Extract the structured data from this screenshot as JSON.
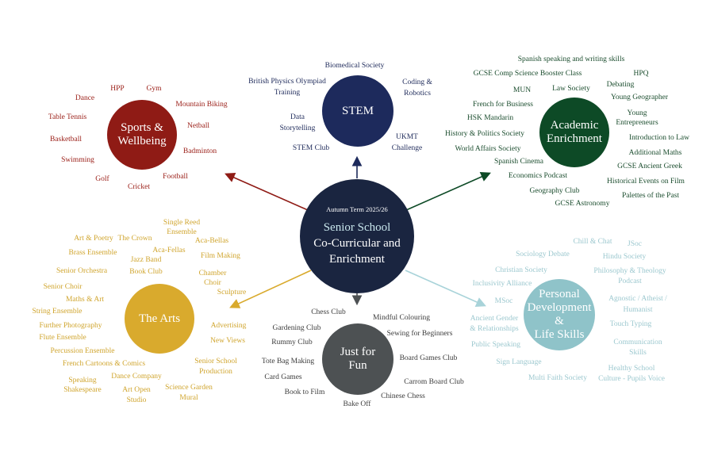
{
  "center": {
    "term": "Autumn Term 2025/26",
    "line1": "Senior School",
    "line2": "Co-Curricular and",
    "line3": "Enrichment"
  },
  "colors": {
    "center": "#1a2540",
    "sports": "#8f1b15",
    "stem": "#1d2a5c",
    "academic": "#0d4a26",
    "arts": "#d9aa2d",
    "fun": "#4d5153",
    "personal": "#8fc3c9",
    "center_accent": "#c8e6ec"
  },
  "sports": {
    "title1": "Sports &",
    "title2": "Wellbeing",
    "items": [
      "HPP",
      "Gym",
      "Dance",
      "Mountain Biking",
      "Table Tennis",
      "Netball",
      "Basketball",
      "Badminton",
      "Swimming",
      "Football",
      "Golf",
      "Cricket"
    ]
  },
  "stem": {
    "title": "STEM",
    "items": [
      "Biomedical Society",
      "British Physics Olympiad",
      "Training",
      "Coding &",
      "Robotics",
      "Data",
      "Storytelling",
      "STEM Club",
      "UKMT",
      "Challenge"
    ]
  },
  "academic": {
    "title1": "Academic",
    "title2": "Enrichment",
    "items": [
      "Spanish speaking and writing skills",
      "GCSE Comp Science Booster Class",
      "HPQ",
      "Debating",
      "MUN",
      "Law Society",
      "Young Geographer",
      "French for Business",
      "Young",
      "Entrepreneurs",
      "HSK Mandarin",
      "History & Politics Society",
      "Introduction to Law",
      "World Affairs Society",
      "Additional Maths",
      "Spanish Cinema",
      "GCSE Ancient Greek",
      "Economics Podcast",
      "Historical Events on Film",
      "Geography Club",
      "Palettes of the Past",
      "GCSE Astronomy"
    ]
  },
  "arts": {
    "title": "The Arts",
    "items": [
      "Single Reed",
      "Ensemble",
      "Art & Poetry",
      "The Crown",
      "Aca-Bellas",
      "Brass Ensemble",
      "Aca-Fellas",
      "Film Making",
      "Jazz Band",
      "Book Club",
      "Senior Orchestra",
      "Chamber",
      "Choir",
      "Senior Choir",
      "Sculpture",
      "Maths & Art",
      "String Ensemble",
      "Advertising",
      "Further Photography",
      "Flute Ensemble",
      "New Views",
      "Percussion Ensemble",
      "Senior School",
      "Production",
      "French Cartoons & Comics",
      "Dance Company",
      "Speaking",
      "Shakespeare",
      "Art Open",
      "Studio",
      "Science Garden",
      "Mural"
    ]
  },
  "fun": {
    "title1": "Just for",
    "title2": "Fun",
    "items": [
      "Chess Club",
      "Mindful Colouring",
      "Gardening Club",
      "Sewing for Beginners",
      "Rummy Club",
      "Tote Bag Making",
      "Board Games Club",
      "Card Games",
      "Carrom Board Club",
      "Book to Film",
      "Chinese Chess",
      "Bake Off"
    ]
  },
  "personal": {
    "title1": "Personal",
    "title2": "Development &",
    "title3": "Life Skills",
    "items": [
      "Chill & Chat",
      "JSoc",
      "Sociology Debate",
      "Hindu Society",
      "Christian Society",
      "Philosophy & Theology",
      "Podcast",
      "Inclusivity Alliance",
      "MSoc",
      "Agnostic / Atheist /",
      "Humanist",
      "Ancient Gender",
      "& Relationships",
      "Touch Typing",
      "Public Speaking",
      "Communication",
      "Skills",
      "Sign Language",
      "Healthy School",
      "Multi Faith Society",
      "Culture - Pupils Voice"
    ]
  }
}
